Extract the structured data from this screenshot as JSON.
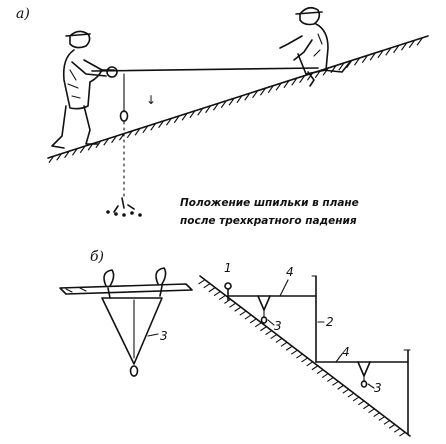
{
  "panel_a": {
    "label": "а)",
    "caption_line1": "Положение шпильки в плане",
    "caption_line2": "после трехкратного падения"
  },
  "panel_b": {
    "label": "б)",
    "callouts": [
      "1",
      "2",
      "3",
      "3",
      "3",
      "4",
      "4"
    ]
  }
}
